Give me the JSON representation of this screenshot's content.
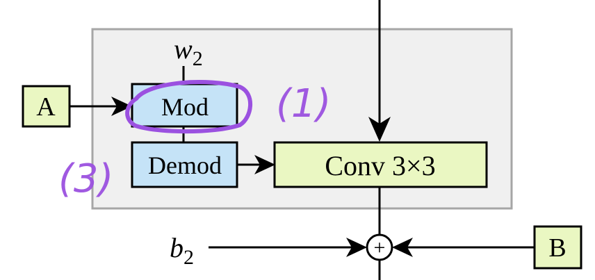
{
  "labels": {
    "w2_base": "w",
    "w2_sub": "2",
    "b2_base": "b",
    "b2_sub": "2",
    "a": "A",
    "b": "B",
    "mod": "Mod",
    "demod": "Demod",
    "conv": "Conv 3×3",
    "plus": "+"
  },
  "annotations": {
    "mark_1": "(1)",
    "mark_3": "(3)"
  },
  "colors": {
    "panel_fill": "#f0f0f0",
    "panel_stroke": "#a6a6a6",
    "blue_box": "#c5e3f7",
    "green_box": "#eaf7c2",
    "ink": "#000000",
    "annotation": "#9b51e0"
  }
}
